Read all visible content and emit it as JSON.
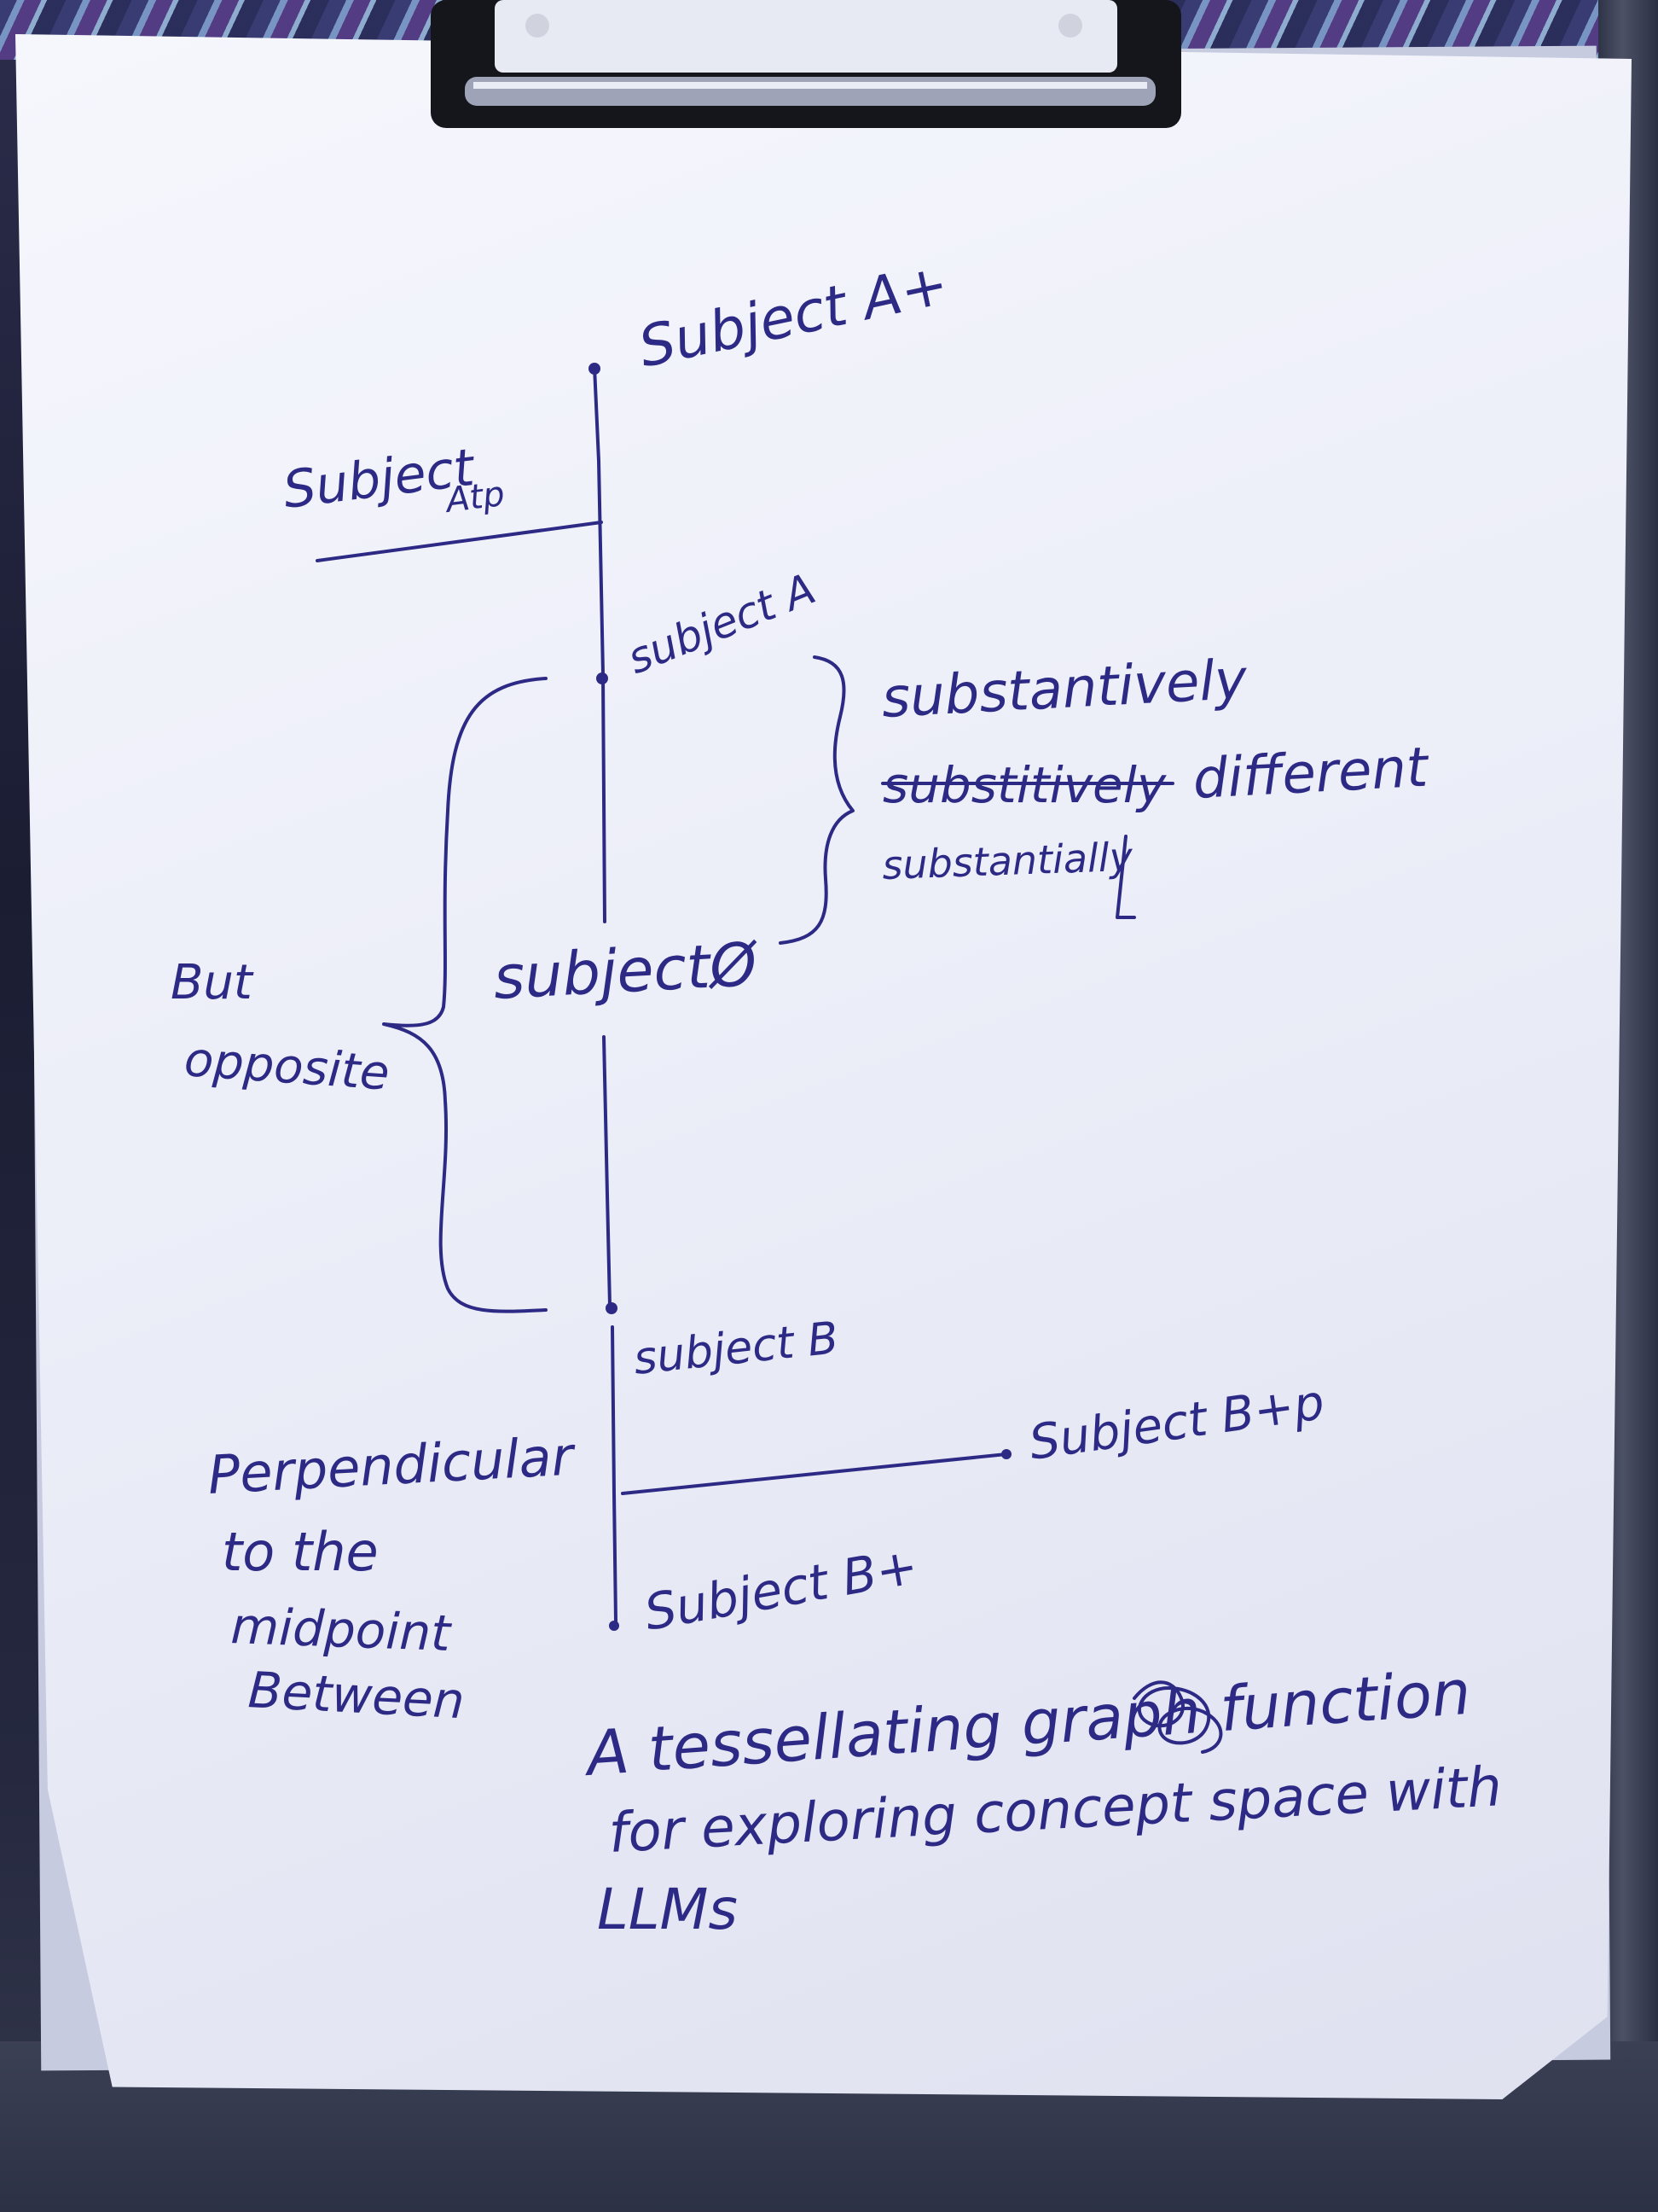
{
  "diagram": {
    "labels": {
      "subject_a_plus": "Subject A+",
      "subject_a_tp_main": "Subject",
      "subject_a_tp_sub": "Atp",
      "subject_a": "subject A",
      "substantively": "substantively",
      "substitively": "substitively",
      "different": "different",
      "substantially": "substantially",
      "but": "But",
      "opposite": "opposite",
      "subject_zero": "subjectØ",
      "subject_b": "subject B",
      "subject_b_tp": "Subject B+p",
      "subject_b_plus": "Subject B+"
    },
    "notes": {
      "perpendicular_line1": "Perpendicular",
      "perpendicular_line2": "to the",
      "perpendicular_line3": "midpoint",
      "perpendicular_line4": "Between",
      "caption_line1": "A tessellating graph function",
      "caption_line2": "for exploring concept space with",
      "caption_line3": "LLMs"
    }
  },
  "colors": {
    "ink": "#2d2a86",
    "paper": "#eef0f9"
  },
  "icons": {
    "clip": "clipboard-clip-icon"
  }
}
